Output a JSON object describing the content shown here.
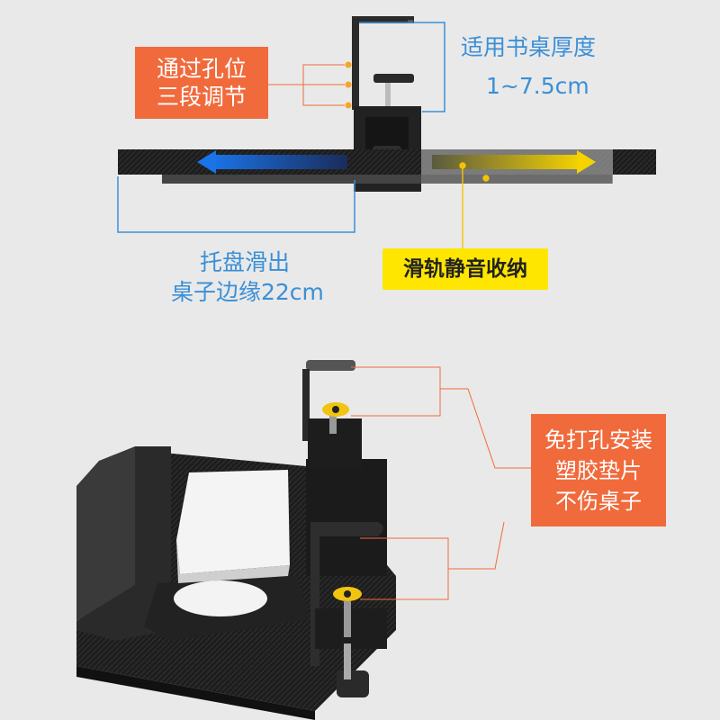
{
  "colors": {
    "background": "#e9e9e9",
    "callout_orange": "#f06a3c",
    "callout_yellow": "#ffe600",
    "accent_blue": "#3a8fd8",
    "guide_orange": "#f06a3c",
    "guide_yellow": "#f2c400"
  },
  "top_diagram": {
    "hole_adjust": {
      "line1": "通过孔位",
      "line2": "三段调节"
    },
    "desk_thickness": {
      "label": "适用书桌厚度",
      "range": "1~7.5cm"
    },
    "tray_slide": {
      "line1": "托盘滑出",
      "line2": "桌子边缘22cm"
    },
    "silent_rail": {
      "label": "滑轨静音收纳"
    }
  },
  "bottom_diagram": {
    "no_drill": {
      "line1": "免打孔安装",
      "line2": "塑胶垫片",
      "line3": "不伤桌子"
    }
  }
}
